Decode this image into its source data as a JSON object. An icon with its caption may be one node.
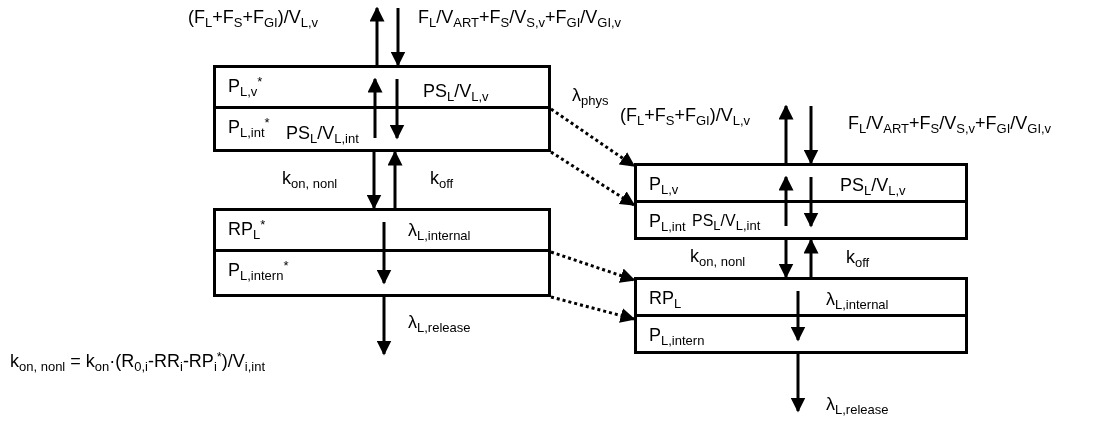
{
  "diagram": {
    "nodes": [
      {
        "text": [
          "P$_{L,v}$$^{*}$"
        ]
      },
      {
        "text": [
          "P$_{L,int}$$^{*}$"
        ]
      },
      {
        "text": [
          "RP$_{L}$$^{*}$"
        ]
      },
      {
        "text": [
          "P$_{L,intern}$$^{*}$"
        ]
      },
      {
        "text": [
          "P$_{L,v}$"
        ]
      },
      {
        "text": [
          "P$_{L,int}$"
        ]
      },
      {
        "text": [
          "RP$_{L}$"
        ]
      },
      {
        "text": [
          "P$_{L,intern}$"
        ]
      }
    ],
    "edges": [
      {
        "from": 0,
        "to": null,
        "arrow": "to",
        "label": "(F$_{L}$+F$_{S}$+F$_{GI}$)/V$_{L,v}$"
      },
      {
        "from": null,
        "to": 0,
        "arrow": "to",
        "label": "F$_{L}$/V$_{ART}$+F$_{S}$/V$_{S,v}$+F$_{GI}$/V$_{GI,v}$"
      },
      {
        "from": 1,
        "to": 0,
        "arrow": "to",
        "label": "PS$_{L}$/V$_{L,int}$"
      },
      {
        "from": 0,
        "to": 1,
        "arrow": "to",
        "label": "PS$_{L}$/V$_{L,v}$"
      },
      {
        "from": 1,
        "to": 2,
        "arrow": "to",
        "label": "k$_{on, nonl}$"
      },
      {
        "from": 2,
        "to": 1,
        "arrow": "to",
        "label": "k$_{off}$"
      },
      {
        "from": 2,
        "to": 3,
        "arrow": "to",
        "label": "λ$_{L,internal}$"
      },
      {
        "from": 3,
        "to": null,
        "arrow": "to",
        "label": "λ$_{L,release}$"
      },
      {
        "from": 0,
        "to": 4,
        "arrow": "to",
        "style": "dashed",
        "label": "λ$_{phys}$"
      },
      {
        "from": 1,
        "to": 5,
        "arrow": "to",
        "style": "dashed"
      },
      {
        "from": 2,
        "to": 6,
        "arrow": "to",
        "style": "dashed"
      },
      {
        "from": 3,
        "to": 7,
        "arrow": "to",
        "style": "dashed"
      },
      {
        "from": 4,
        "to": null,
        "arrow": "to",
        "label": "(F$_{L}$+F$_{S}$+F$_{GI}$)/V$_{L,v}$"
      },
      {
        "from": null,
        "to": 4,
        "arrow": "to",
        "label": "F$_{L}$/V$_{ART}$+F$_{S}$/V$_{S,v}$+F$_{GI}$/V$_{GI,v}$"
      },
      {
        "from": 5,
        "to": 4,
        "arrow": "to",
        "label": "PS$_{L}$/V$_{L,int}$"
      },
      {
        "from": 4,
        "to": 5,
        "arrow": "to",
        "label": "PS$_{L}$/V$_{L,v}$"
      },
      {
        "from": 5,
        "to": 6,
        "arrow": "to",
        "label": "k$_{on, nonl}$"
      },
      {
        "from": 6,
        "to": 5,
        "arrow": "to",
        "label": "k$_{off}$"
      },
      {
        "from": 6,
        "to": 7,
        "arrow": "to",
        "label": "λ$_{L,internal}$"
      },
      {
        "from": 7,
        "to": null,
        "arrow": "to",
        "label": "λ$_{L,release}$"
      }
    ],
    "labels": [
      "k$_{on, nonl}$ = k$_{on}$·(R$_{0,i}$-RR$_{i}$-RP$_{i}$$^{*}$)/V$_{i,int}$"
    ]
  }
}
